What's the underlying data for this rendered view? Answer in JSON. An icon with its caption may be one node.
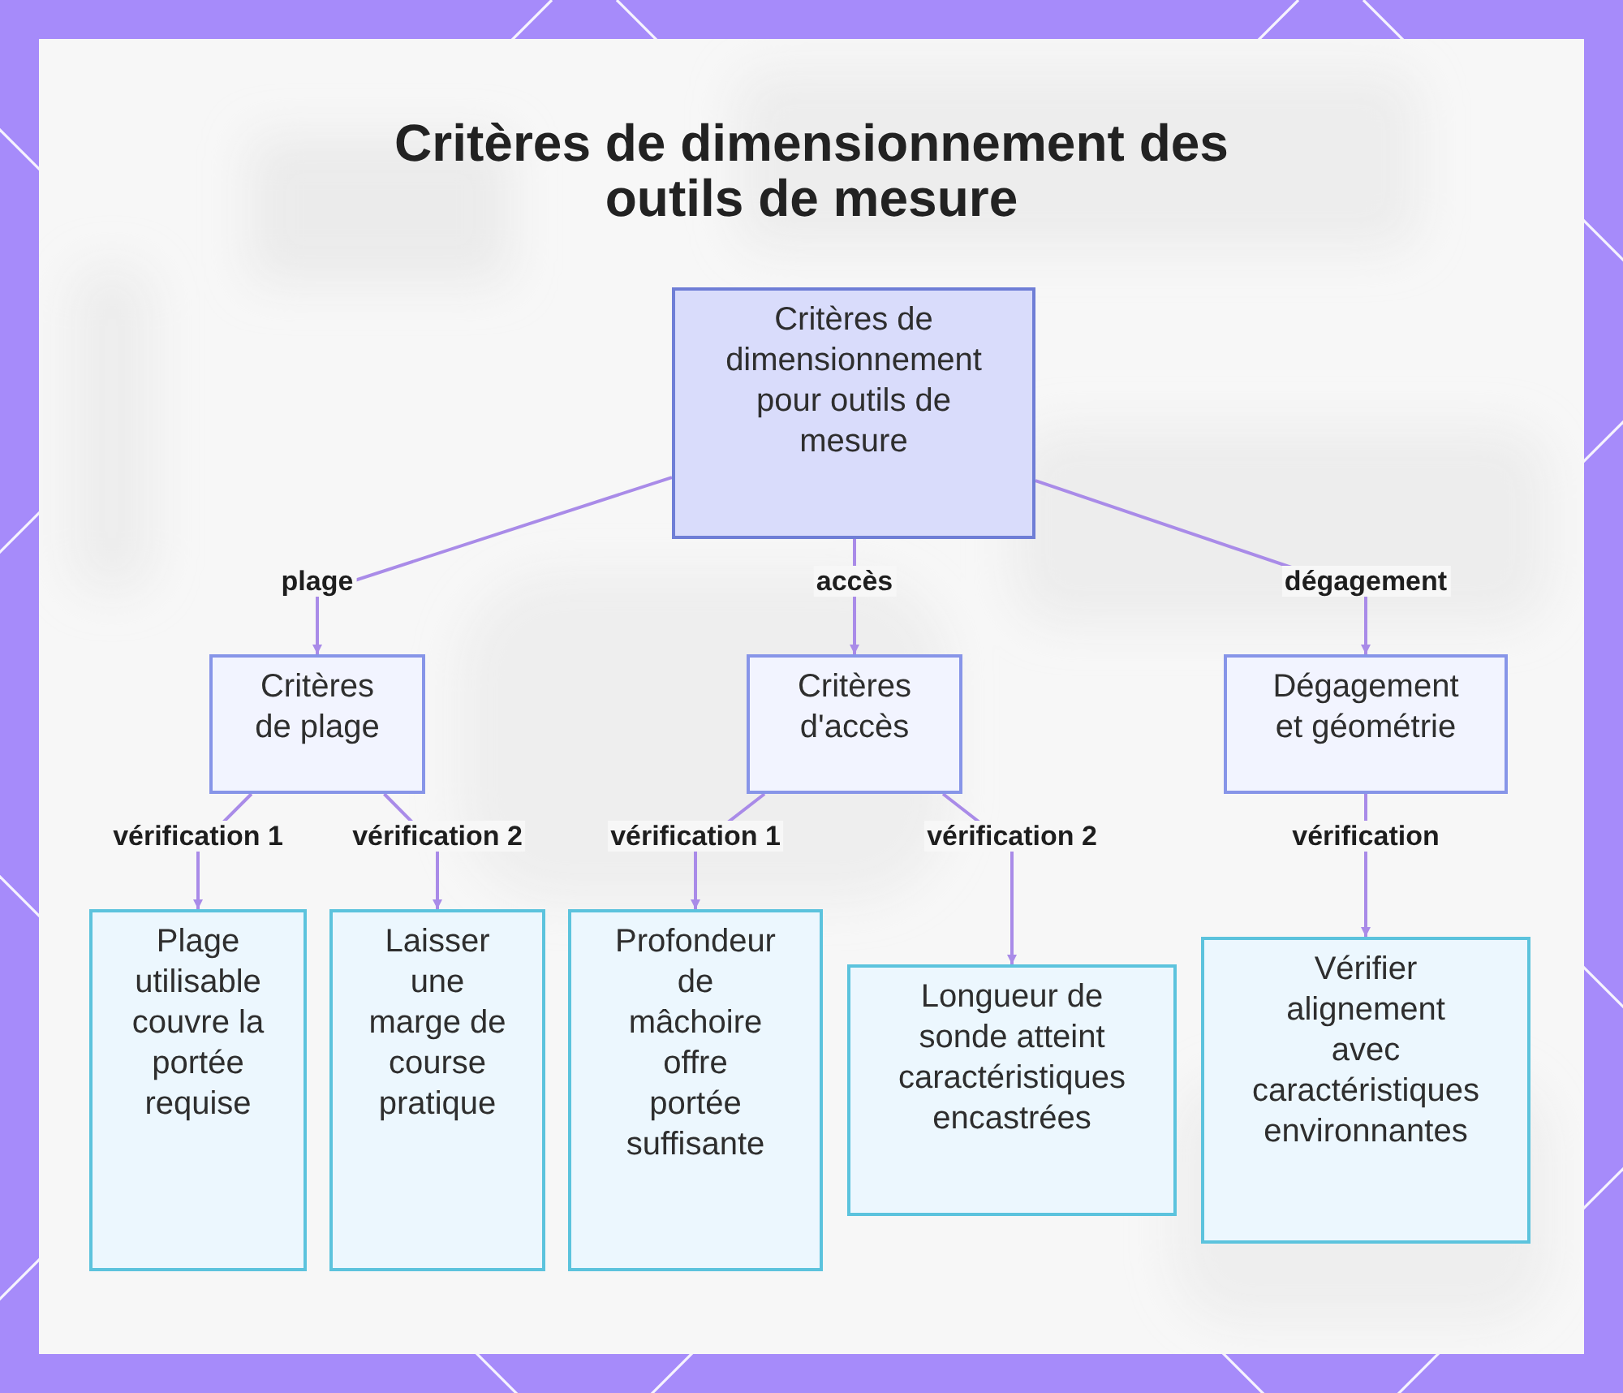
{
  "diagram": {
    "title": "Critères de dimensionnement des outils de mesure",
    "nodes": [
      {
        "text": [
          "Critères de dimensionnement pour outils de mesure"
        ]
      },
      {
        "text": [
          "Critères de plage"
        ]
      },
      {
        "text": [
          "Critères d'accès"
        ]
      },
      {
        "text": [
          "Dégagement et géométrie"
        ]
      },
      {
        "text": [
          "Plage utilisable couvre la portée requise"
        ]
      },
      {
        "text": [
          "Laisser une marge de course pratique"
        ]
      },
      {
        "text": [
          "Profondeur de mâchoire offre portée suffisante"
        ]
      },
      {
        "text": [
          "Longueur de sonde atteint caractéristiques encastrées"
        ]
      },
      {
        "text": [
          "Vérifier alignement avec caractéristiques environnantes"
        ]
      }
    ],
    "edges": [
      {
        "from": 0,
        "to": 1,
        "arrow": "to",
        "label": "plage"
      },
      {
        "from": 0,
        "to": 2,
        "arrow": "to",
        "label": "accès"
      },
      {
        "from": 0,
        "to": 3,
        "arrow": "to",
        "label": "dégagement"
      },
      {
        "from": 1,
        "to": 4,
        "arrow": "to",
        "label": "vérification 1"
      },
      {
        "from": 1,
        "to": 5,
        "arrow": "to",
        "label": "vérification 2"
      },
      {
        "from": 2,
        "to": 6,
        "arrow": "to",
        "label": "vérification 1"
      },
      {
        "from": 2,
        "to": 7,
        "arrow": "to",
        "label": "vérification 2"
      },
      {
        "from": 3,
        "to": 8,
        "arrow": "to",
        "label": "vérification"
      }
    ]
  }
}
